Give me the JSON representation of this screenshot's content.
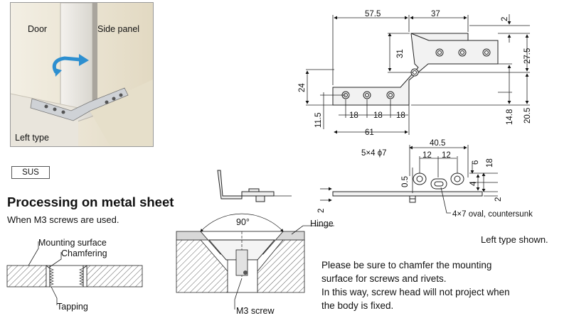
{
  "photo": {
    "door_label": "Door",
    "side_panel_label": "Side panel",
    "caption": "Left type"
  },
  "material_badge": "SUS",
  "section_title": "Processing on metal sheet",
  "section_subtitle": "When M3 screws are used.",
  "left_labels": {
    "mounting_surface": "Mounting surface",
    "chamfering": "Chamfering",
    "tapping": "Tapping"
  },
  "center_labels": {
    "angle": "90°",
    "hinge": "Hinge",
    "screw": "M3 screw"
  },
  "top_dims": {
    "d57_5": "57.5",
    "d37": "37",
    "d2": "2",
    "d31": "31",
    "d27_5": "27.5",
    "d24": "24",
    "d11_5": "11.5",
    "d18a": "18",
    "d18b": "18",
    "d18c": "18",
    "d61": "61",
    "d14_8": "14.8",
    "d20_5": "20.5"
  },
  "side_dims": {
    "d40_5": "40.5",
    "holes": "5×4 ϕ7",
    "d12a": "12",
    "d12b": "12",
    "d6": "6",
    "d18": "18",
    "d0_5": "0.5",
    "d4": "4",
    "d2a": "2",
    "d2b": "2",
    "oval": "4×7 oval, countersunk"
  },
  "left_type_shown": "Left type shown.",
  "instructions": [
    "Please be sure to chamfer the mounting",
    "surface for screws and rivets.",
    "In this way, screw head will not project when",
    "the body is fixed."
  ]
}
